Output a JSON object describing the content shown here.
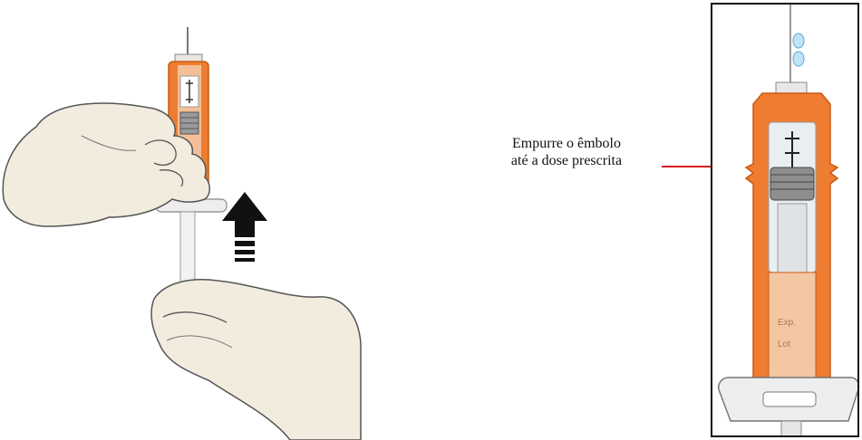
{
  "callout": {
    "line1": "Empurre o êmbolo",
    "line2": "até a dose prescrita"
  },
  "syringe_labels": {
    "exp": "Exp.",
    "lot": "Lot"
  },
  "colors": {
    "orange": "#ee7d31",
    "orange_dark": "#c85a12",
    "skin": "#f2ecdf",
    "arrow": "#d8121f"
  }
}
